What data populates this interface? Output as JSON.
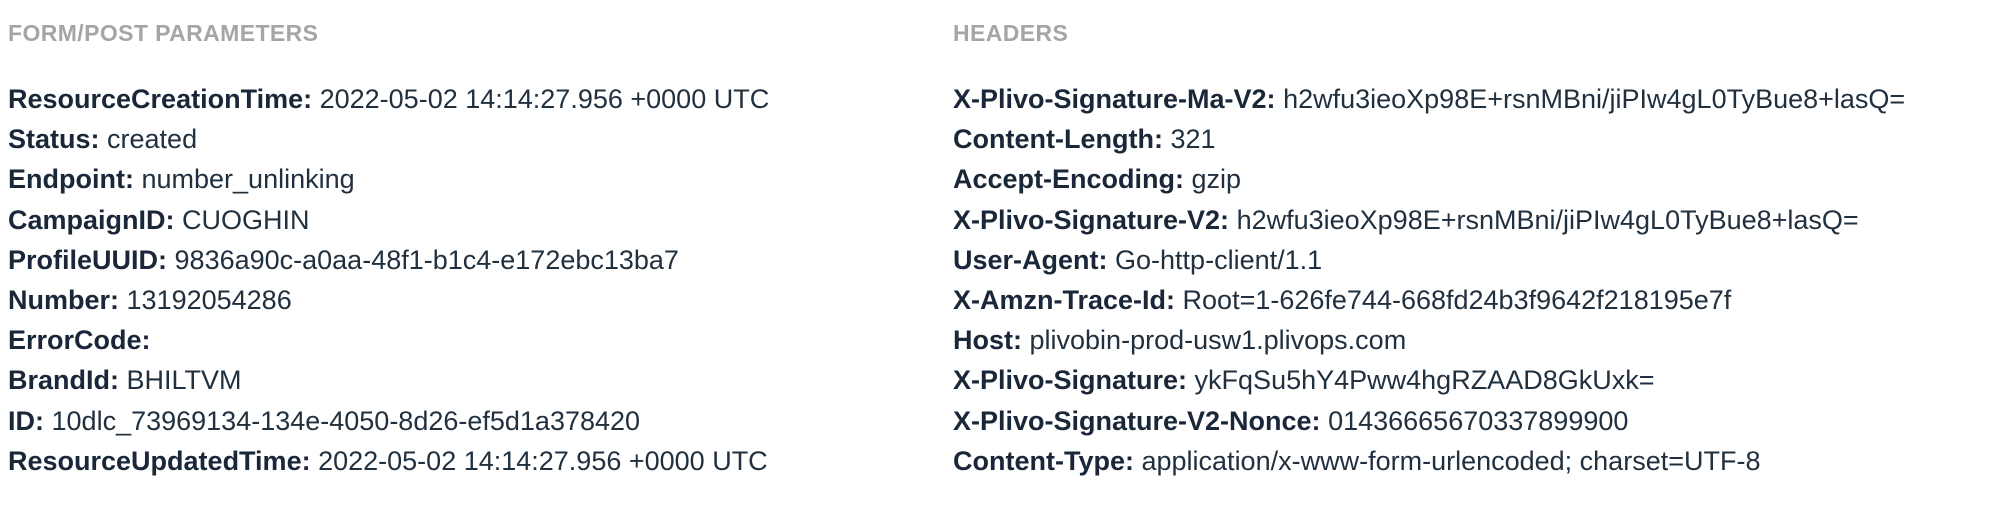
{
  "colors": {
    "background": "#ffffff",
    "section_title": "#a5a5a5",
    "key_text": "#1a2739",
    "value_text": "#21303f"
  },
  "form_post_parameters": {
    "title": "FORM/POST PARAMETERS",
    "rows": [
      {
        "key": "ResourceCreationTime:",
        "value": "2022-05-02 14:14:27.956 +0000 UTC"
      },
      {
        "key": "Status:",
        "value": "created"
      },
      {
        "key": "Endpoint:",
        "value": "number_unlinking"
      },
      {
        "key": "CampaignID:",
        "value": "CUOGHIN"
      },
      {
        "key": "ProfileUUID:",
        "value": "9836a90c-a0aa-48f1-b1c4-e172ebc13ba7"
      },
      {
        "key": "Number:",
        "value": "13192054286"
      },
      {
        "key": "ErrorCode:",
        "value": ""
      },
      {
        "key": "BrandId:",
        "value": "BHILTVM"
      },
      {
        "key": "ID:",
        "value": "10dlc_73969134-134e-4050-8d26-ef5d1a378420"
      },
      {
        "key": "ResourceUpdatedTime:",
        "value": "2022-05-02 14:14:27.956 +0000 UTC"
      }
    ]
  },
  "headers": {
    "title": "HEADERS",
    "rows": [
      {
        "key": "X-Plivo-Signature-Ma-V2:",
        "value": "h2wfu3ieoXp98E+rsnMBni/jiPIw4gL0TyBue8+lasQ="
      },
      {
        "key": "Content-Length:",
        "value": "321"
      },
      {
        "key": "Accept-Encoding:",
        "value": "gzip"
      },
      {
        "key": "X-Plivo-Signature-V2:",
        "value": "h2wfu3ieoXp98E+rsnMBni/jiPIw4gL0TyBue8+lasQ="
      },
      {
        "key": "User-Agent:",
        "value": "Go-http-client/1.1"
      },
      {
        "key": "X-Amzn-Trace-Id:",
        "value": "Root=1-626fe744-668fd24b3f9642f218195e7f"
      },
      {
        "key": "Host:",
        "value": "plivobin-prod-usw1.plivops.com"
      },
      {
        "key": "X-Plivo-Signature:",
        "value": "ykFqSu5hY4Pww4hgRZAAD8GkUxk="
      },
      {
        "key": "X-Plivo-Signature-V2-Nonce:",
        "value": "01436665670337899900"
      },
      {
        "key": "Content-Type:",
        "value": "application/x-www-form-urlencoded; charset=UTF-8"
      }
    ]
  }
}
